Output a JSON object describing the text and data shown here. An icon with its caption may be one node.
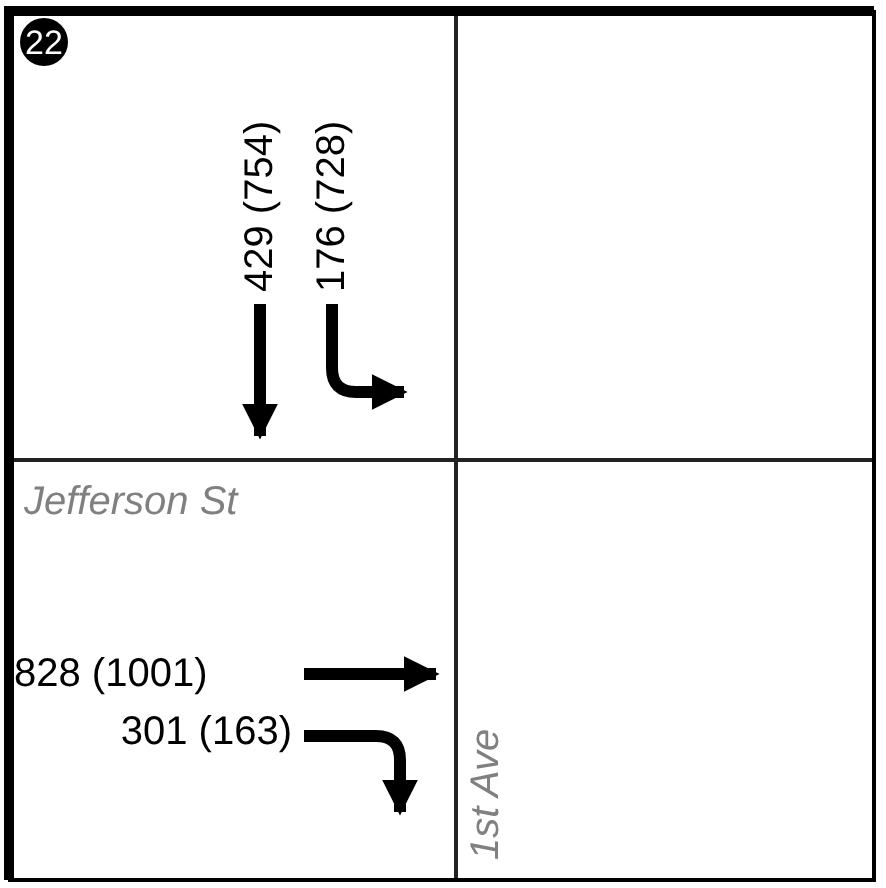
{
  "diagram": {
    "nodes": [
      {
        "text": [
          "22"
        ]
      }
    ],
    "edges": [],
    "labels": [
      "429 (754)",
      "176 (728)",
      "Jefferson St",
      "828 (1001)",
      "301 (163)",
      "1st Ave"
    ]
  }
}
